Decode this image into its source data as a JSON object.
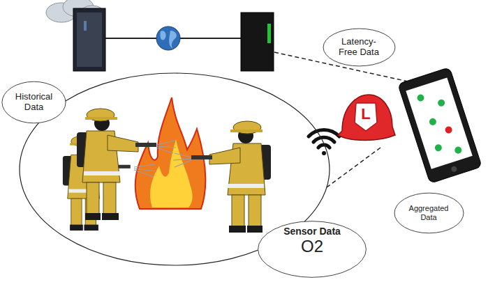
{
  "diagram": {
    "nodes": [
      {
        "text": [
          "Historical Data"
        ]
      },
      {
        "text": [
          "Latency-Free Data"
        ]
      },
      {
        "text": [
          "L"
        ]
      },
      {
        "text": [
          "Aggregated Data"
        ]
      },
      {
        "text": [
          "Sensor Data",
          "O2"
        ]
      }
    ]
  }
}
